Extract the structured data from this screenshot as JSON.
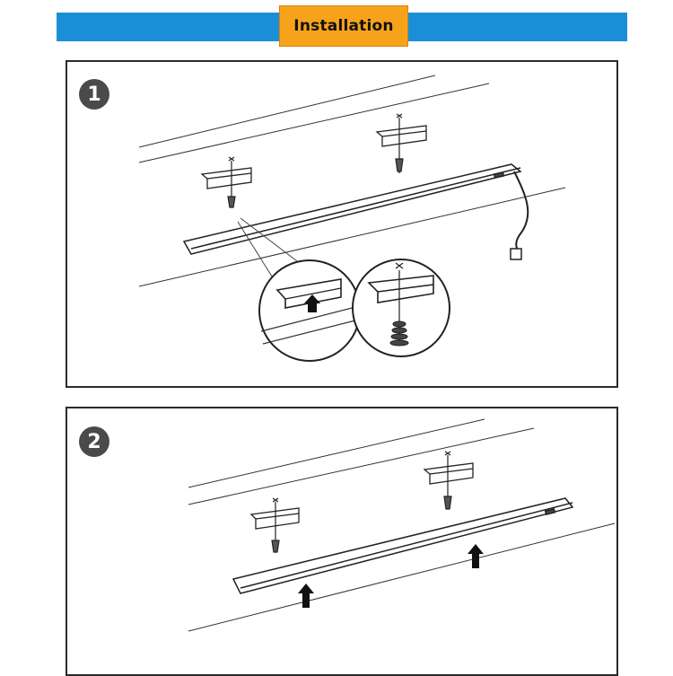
{
  "header": {
    "title": "Installation",
    "bar_color": "#1a8fd8",
    "tab_color": "#f6a31b"
  },
  "steps": [
    {
      "number": "1",
      "icons": [
        "mounting-clip-icon",
        "screw-icon",
        "light-bar-icon",
        "power-cable-icon",
        "magnifier-callout-icon",
        "arrow-up-icon"
      ]
    },
    {
      "number": "2",
      "icons": [
        "mounting-clip-icon",
        "screw-icon",
        "light-bar-icon",
        "arrow-up-icon"
      ]
    }
  ]
}
